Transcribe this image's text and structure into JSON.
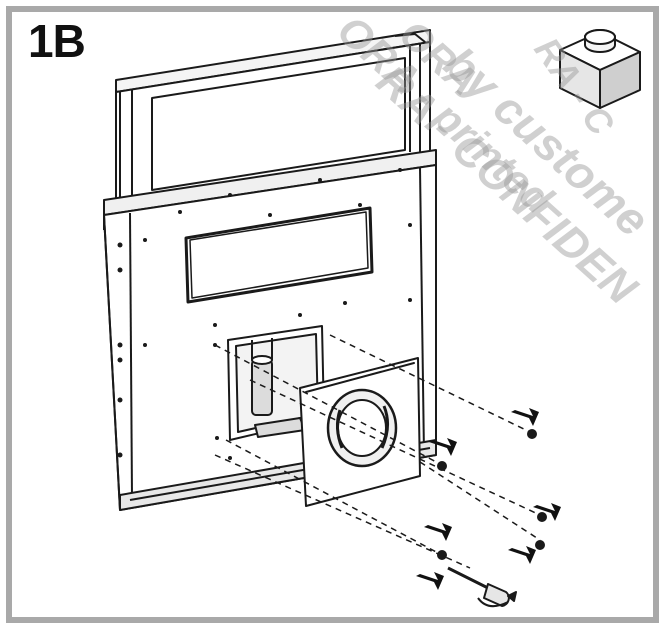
{
  "figure": {
    "step_label": "1B"
  },
  "watermark": {
    "line1": "RA - C",
    "line2": "ORA - printed",
    "line3": "by custome",
    "line4": "RA - CONFIDEN",
    "line5": "ORA",
    "color": "#9a9a9a"
  },
  "colors": {
    "frame_border": "#a9a9a9",
    "line": "#1a1a1a",
    "shade": "#d9d9d9",
    "dark_panel": "#111111"
  },
  "icons": [
    "arrow-icon",
    "screw-icon",
    "screwdriver-icon",
    "duct-adapter-icon"
  ]
}
